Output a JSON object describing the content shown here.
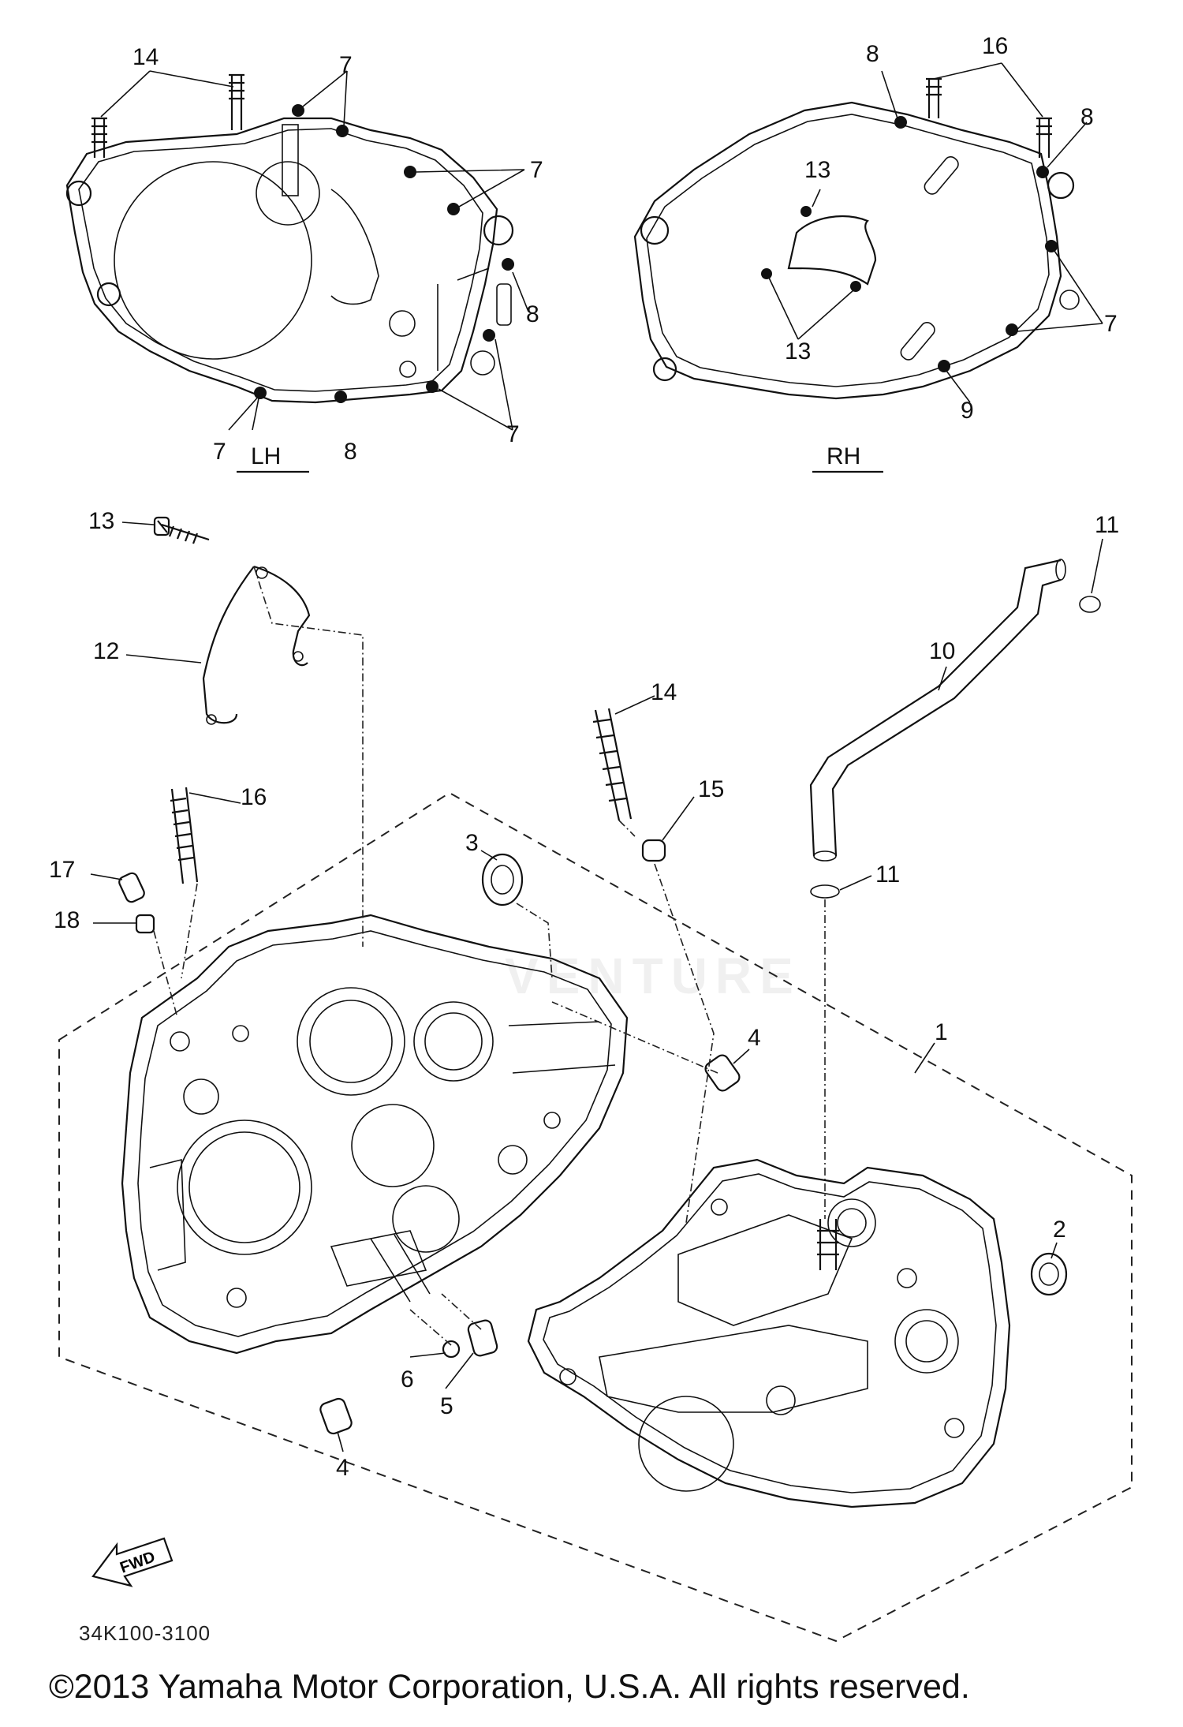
{
  "views": {
    "lh": "LH",
    "rh": "RH"
  },
  "callouts": {
    "lh_14": "14",
    "lh_7a": "7",
    "lh_7b": "7",
    "lh_8a": "8",
    "lh_7c": "7",
    "lh_7d": "7",
    "lh_8b": "8",
    "rh_8a": "8",
    "rh_16": "16",
    "rh_8b": "8",
    "rh_13a": "13",
    "rh_13b": "13",
    "rh_7": "7",
    "rh_9": "9",
    "p13": "13",
    "p12": "12",
    "p11a": "11",
    "p10": "10",
    "p14": "14",
    "p15": "15",
    "p11b": "11",
    "p16": "16",
    "p3": "3",
    "p17": "17",
    "p18": "18",
    "p1": "1",
    "p4a": "4",
    "p2": "2",
    "p6": "6",
    "p5": "5",
    "p4b": "4"
  },
  "fwd_label": "FWD",
  "part_code": "34K100-3100",
  "copyright": "©2013 Yamaha Motor Corporation, U.S.A. All rights reserved."
}
